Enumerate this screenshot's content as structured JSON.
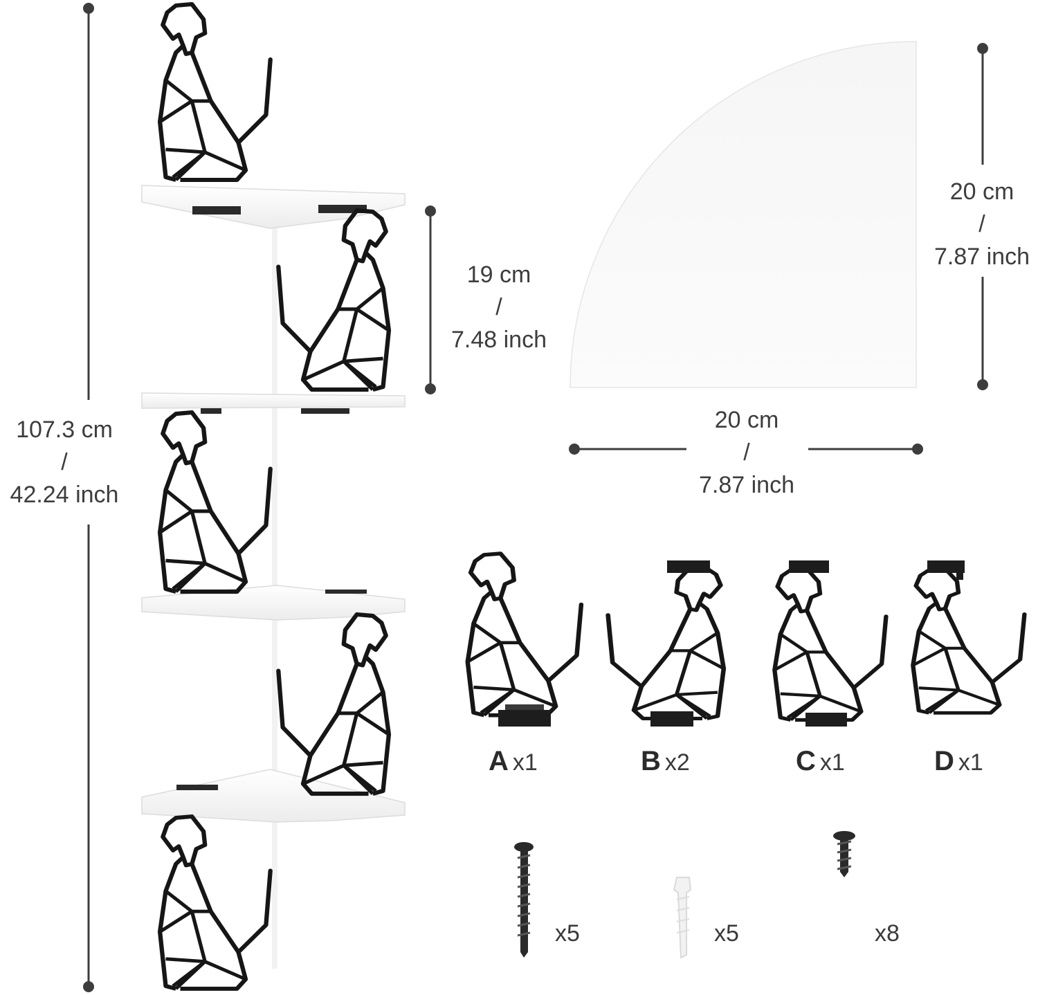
{
  "dimensions": {
    "total_height": {
      "metric": "107.3 cm",
      "sep": "/",
      "imperial": "42.24 inch"
    },
    "shelf_gap": {
      "metric": "19 cm",
      "sep": "/",
      "imperial": "7.48 inch"
    },
    "shelf_depth": {
      "metric": "20 cm",
      "sep": "/",
      "imperial": "7.87 inch"
    },
    "shelf_width": {
      "metric": "20 cm",
      "sep": "/",
      "imperial": "7.87 inch"
    }
  },
  "brackets": [
    {
      "letter": "A",
      "count": "x1"
    },
    {
      "letter": "B",
      "count": "x2"
    },
    {
      "letter": "C",
      "count": "x1"
    },
    {
      "letter": "D",
      "count": "x1"
    }
  ],
  "hardware": [
    {
      "name": "wood-screw",
      "count": "x5"
    },
    {
      "name": "wall-anchor",
      "count": "x5"
    },
    {
      "name": "small-screw",
      "count": "x8"
    }
  ],
  "colors": {
    "shelf": "#f7f7f7",
    "metal": "#161616",
    "dim_line": "#3d3d3d"
  }
}
